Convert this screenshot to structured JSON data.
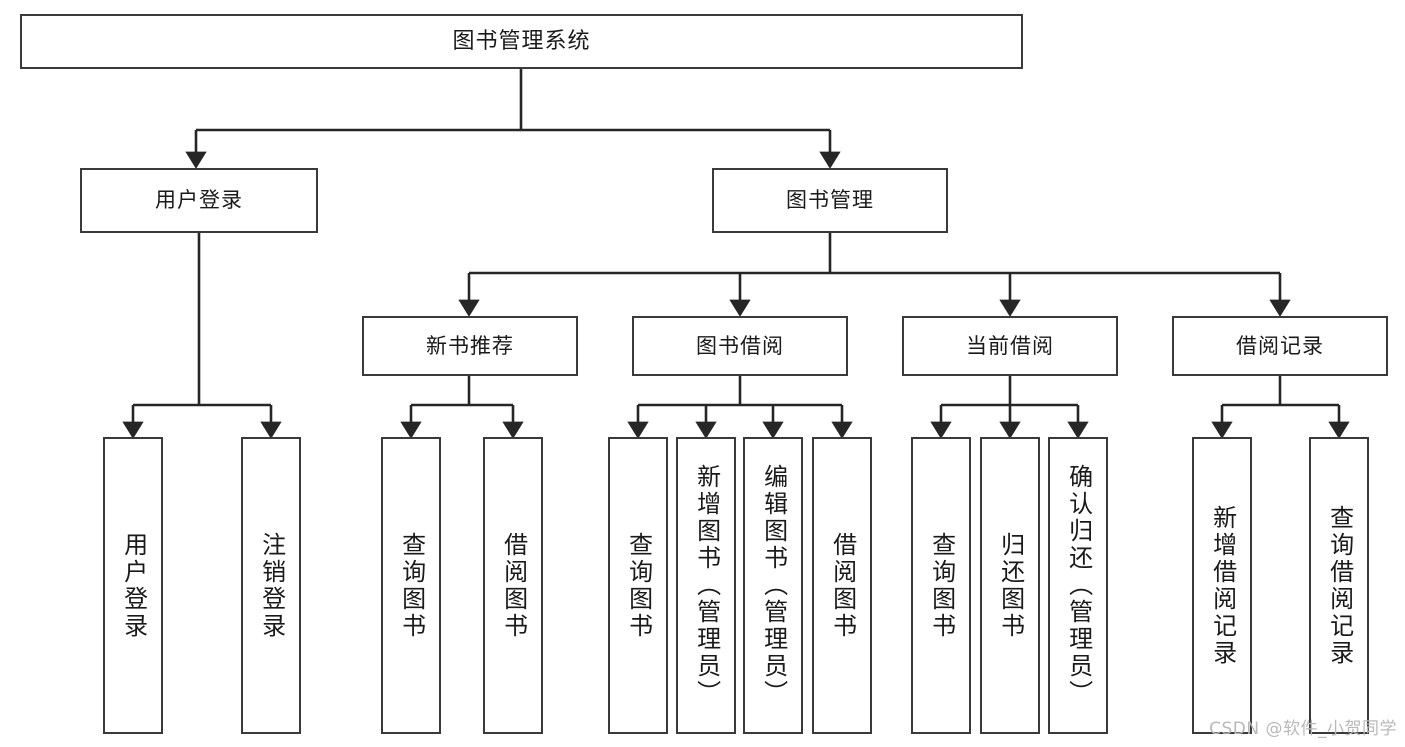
{
  "diagram": {
    "type": "tree-hierarchy-chart",
    "title": "图书管理系统",
    "orientation": "top-down",
    "colors": {
      "box_border": "#3a3a3a",
      "box_fill": "#ffffff",
      "connector": "#262626",
      "text": "#1a1a1a",
      "watermark": "#b9b9b9",
      "background": "#ffffff"
    }
  },
  "nodes": {
    "root": {
      "id": "root",
      "label": "图书管理系统",
      "level": 1,
      "orientation": "horizontal"
    },
    "level2": [
      {
        "id": "user-login",
        "label": "用户登录",
        "level": 2,
        "orientation": "horizontal"
      },
      {
        "id": "book-manage",
        "label": "图书管理",
        "level": 2,
        "orientation": "horizontal"
      }
    ],
    "level3": [
      {
        "id": "new-book-recommend",
        "label": "新书推荐",
        "level": 3,
        "orientation": "horizontal",
        "parent": "book-manage"
      },
      {
        "id": "book-borrow",
        "label": "图书借阅",
        "level": 3,
        "orientation": "horizontal",
        "parent": "book-manage"
      },
      {
        "id": "current-borrow",
        "label": "当前借阅",
        "level": 3,
        "orientation": "horizontal",
        "parent": "book-manage"
      },
      {
        "id": "borrow-record",
        "label": "借阅记录",
        "level": 3,
        "orientation": "horizontal",
        "parent": "book-manage"
      }
    ],
    "leaves": [
      {
        "id": "leaf-user-login",
        "label": "用户登录",
        "parent": "user-login",
        "orientation": "vertical"
      },
      {
        "id": "leaf-user-logout",
        "label": "注销登录",
        "parent": "user-login",
        "orientation": "vertical"
      },
      {
        "id": "leaf-query-book-1",
        "label": "查询图书",
        "parent": "new-book-recommend",
        "orientation": "vertical"
      },
      {
        "id": "leaf-borrow-book-1",
        "label": "借阅图书",
        "parent": "new-book-recommend",
        "orientation": "vertical"
      },
      {
        "id": "leaf-query-book-2",
        "label": "查询图书",
        "parent": "book-borrow",
        "orientation": "vertical"
      },
      {
        "id": "leaf-add-book",
        "label": "新增图书（管理员）",
        "parent": "book-borrow",
        "orientation": "vertical"
      },
      {
        "id": "leaf-edit-book",
        "label": "编辑图书（管理员）",
        "parent": "book-borrow",
        "orientation": "vertical"
      },
      {
        "id": "leaf-borrow-book-2",
        "label": "借阅图书",
        "parent": "book-borrow",
        "orientation": "vertical"
      },
      {
        "id": "leaf-query-book-3",
        "label": "查询图书",
        "parent": "current-borrow",
        "orientation": "vertical"
      },
      {
        "id": "leaf-return-book",
        "label": "归还图书",
        "parent": "current-borrow",
        "orientation": "vertical"
      },
      {
        "id": "leaf-confirm-return",
        "label": "确认归还（管理员）",
        "parent": "current-borrow",
        "orientation": "vertical"
      },
      {
        "id": "leaf-add-record",
        "label": "新增借阅记录",
        "parent": "borrow-record",
        "orientation": "vertical"
      },
      {
        "id": "leaf-query-record",
        "label": "查询借阅记录",
        "parent": "borrow-record",
        "orientation": "vertical"
      }
    ]
  },
  "watermark": {
    "text": "CSDN @软件_小贺同学"
  }
}
